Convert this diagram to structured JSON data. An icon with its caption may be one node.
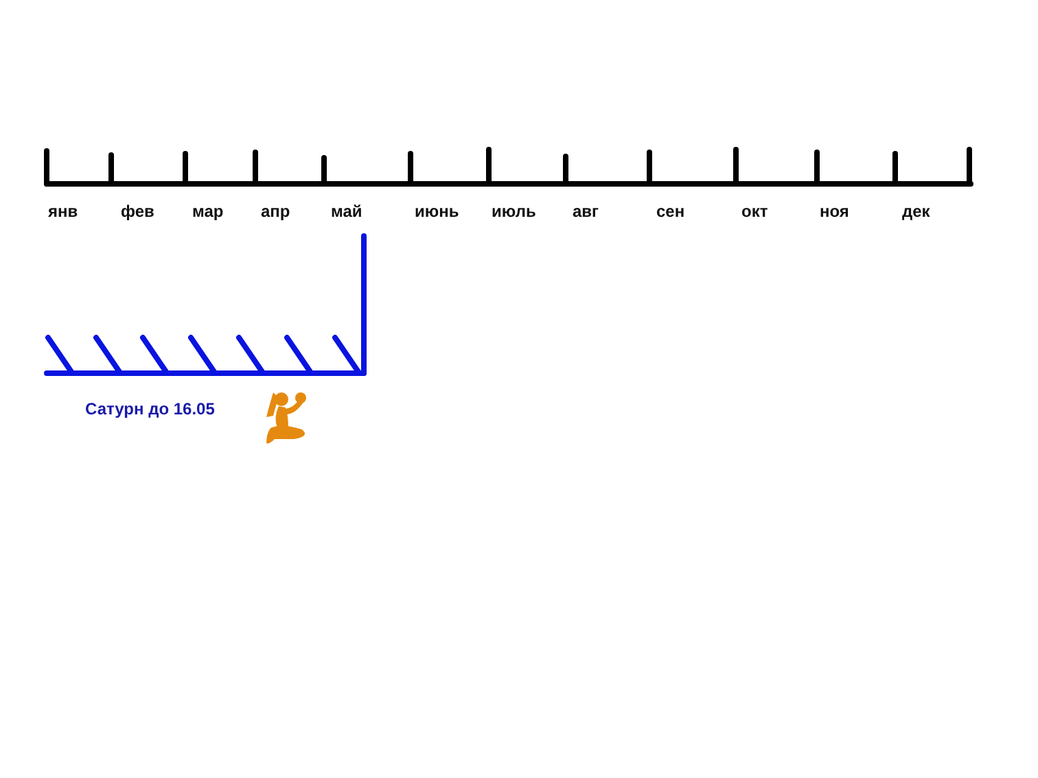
{
  "diagram": {
    "labels": [
      "янв",
      "фев",
      "мар",
      "апр",
      "май",
      "июнь",
      "июль",
      "авг",
      "сен",
      "окт",
      "ноя",
      "дек",
      "Сатурн до 16.05"
    ]
  }
}
